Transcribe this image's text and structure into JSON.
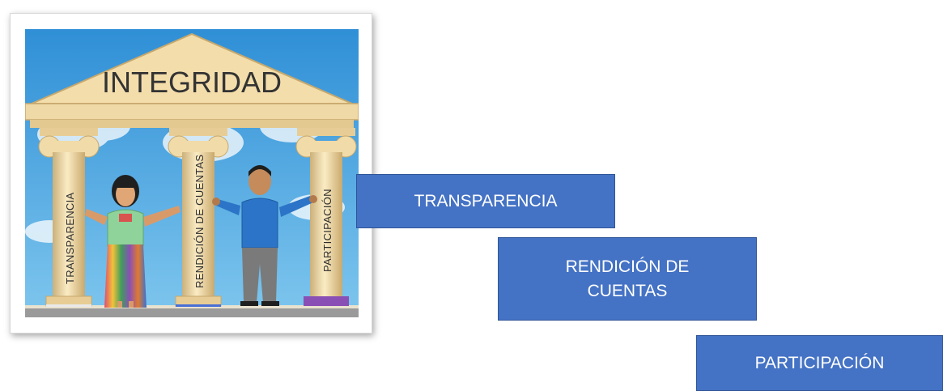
{
  "illustration": {
    "roof_title": "INTEGRIDAD",
    "pillar_left": "TRANSPARENCIA",
    "pillar_middle": "RENDICIÓN DE CUENTAS",
    "pillar_right": "PARTICIPACIÓN",
    "colors": {
      "sky": "#4aa8e0",
      "stone": "#efd9a6",
      "stone_shadow": "#cbb07a",
      "shirt_man": "#2b74c7",
      "huipil": "#8fd29a"
    }
  },
  "boxes": [
    {
      "label": "TRANSPARENCIA"
    },
    {
      "label": "RENDICIÓN DE CUENTAS"
    },
    {
      "label": "PARTICIPACIÓN"
    }
  ],
  "box_color": "#4472c4"
}
